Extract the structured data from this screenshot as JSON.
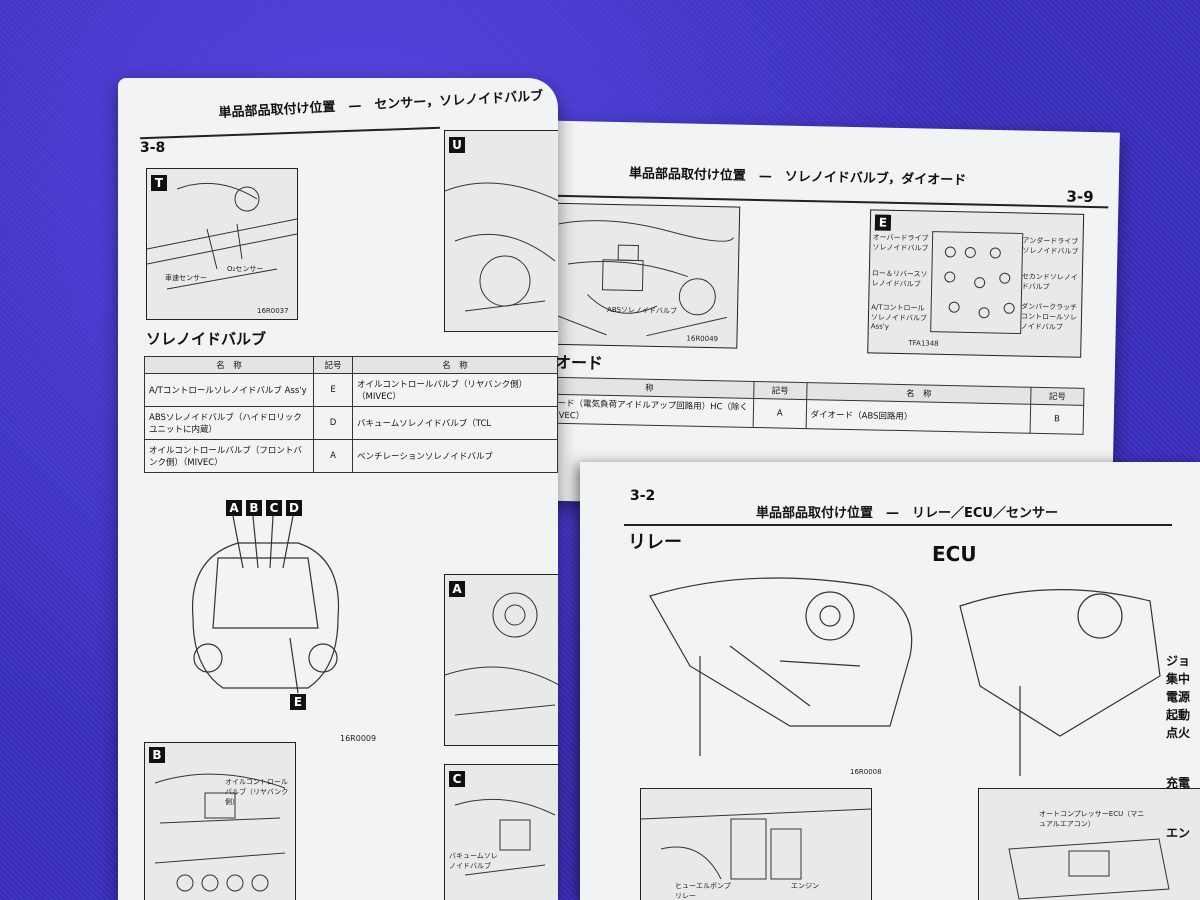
{
  "left_page": {
    "page_number": "3-8",
    "header": "単品部品取付け位置　—　センサー，ソレノイドバルブ",
    "fig_t": {
      "letter": "T",
      "labels": [
        "車速センサー",
        "O₂センサー"
      ],
      "code": "16R0037"
    },
    "fig_u": {
      "letter": "U"
    },
    "section_title": "ソレノイドバルブ",
    "table": {
      "headers": [
        "名　称",
        "記号",
        "名　称"
      ],
      "rows": [
        [
          "A/Tコントロールソレノイドバルブ Ass'y",
          "E",
          "オイルコントロールバルブ（リヤバンク側）（MIVEC）"
        ],
        [
          "ABSソレノイドバルブ（ハイドロリックユニットに内蔵）",
          "D",
          "バキュームソレノイドバルブ（TCL"
        ],
        [
          "オイルコントロールバルブ（フロントバンク側）（MIVEC）",
          "A",
          "ベンチレーションソレノイドバルブ"
        ]
      ]
    },
    "car_fig": {
      "tags": [
        "A",
        "B",
        "C",
        "D",
        "E"
      ],
      "code": "16R0009"
    },
    "fig_b": {
      "letter": "B",
      "label": "オイルコントロールバルブ（リヤバンク側）"
    },
    "fig_a": {
      "letter": "A"
    },
    "fig_c": {
      "letter": "C",
      "label": "バキュームソレノイドバルブ"
    }
  },
  "right_page": {
    "page_number": "3-9",
    "header": "単品部品取付け位置　—　ソレノイドバルブ，ダイオード",
    "fig_abs": {
      "label": "ABSソレノイドバルブ",
      "code": "16R0049"
    },
    "fig_e": {
      "letter": "E",
      "labels_left": [
        "オーバードライブソレノイドバルブ",
        "ロー＆リバースソレノイドバルブ",
        "A/Tコントロールソレノイドバルブ Ass'y"
      ],
      "labels_right": [
        "アンダードライブソレノイドバルブ",
        "セカンドソレノイドバルブ",
        "ダンパークラッチコントロールソレノイドバルブ"
      ],
      "code": "TFA1348"
    },
    "section_title": "オード",
    "table": {
      "headers": [
        "称",
        "記号",
        "名　称",
        "記号"
      ],
      "rows": [
        [
          "オード（電気負荷アイドルアップ回路用）HC（除くMIVEC）",
          "A",
          "ダイオード（ABS回路用）",
          "B"
        ]
      ]
    }
  },
  "third_page": {
    "page_number": "3-2",
    "header": "単品部品取付け位置　—　リレー／ECU／センサー",
    "section_relay": "リレー",
    "section_ecu": "ECU",
    "fig_code": "16R0008",
    "labels": [
      "ヒューエルポンプリレー",
      "エンジン",
      "オートコンプレッサーECU（マニュアルエアコン）"
    ],
    "side_list": [
      "ジョ",
      "集中",
      "電源",
      "起動",
      "点火",
      "充電",
      "エン"
    ]
  }
}
